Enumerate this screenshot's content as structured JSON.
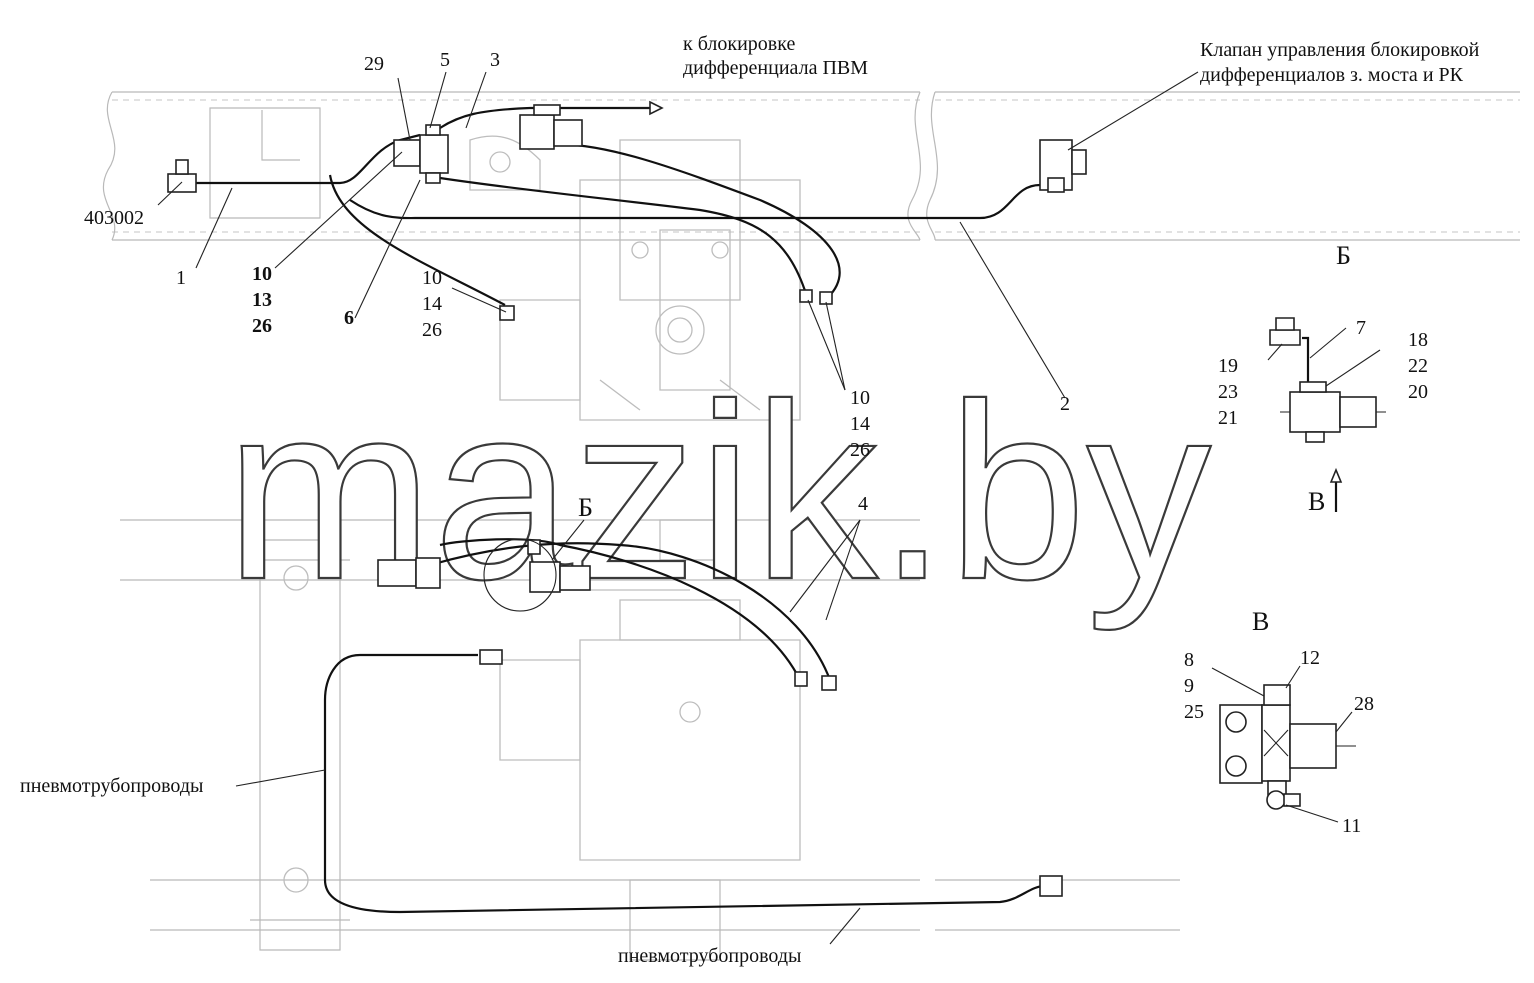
{
  "watermark": "mazik.by",
  "labels": {
    "to_pvm_line1": "к блокировке",
    "to_pvm_line2": "дифференциала ПВМ",
    "valve_line1": "Клапан управления блокировкой",
    "valve_line2": "дифференциалов з. моста и РК",
    "part_403002": "403002",
    "n1": "1",
    "n2": "2",
    "n3": "3",
    "n4": "4",
    "n5": "5",
    "n6": "6",
    "n7": "7",
    "n11": "11",
    "n12": "12",
    "n28": "28",
    "n29": "29",
    "g_10_13_26": [
      "10",
      "13",
      "26"
    ],
    "g_10_14_26_a": [
      "10",
      "14",
      "26"
    ],
    "g_10_14_26_b": [
      "10",
      "14",
      "26"
    ],
    "g_19_23_21": [
      "19",
      "23",
      "21"
    ],
    "g_18_22_20": [
      "18",
      "22",
      "20"
    ],
    "g_8_9_25": [
      "8",
      "9",
      "25"
    ],
    "pipes_left": "пневмотрубопроводы",
    "pipes_bottom": "пневмотрубопроводы"
  },
  "views": {
    "b_title": "Б",
    "b_marker": "Б",
    "v_title": "В",
    "v_marker": "В"
  }
}
